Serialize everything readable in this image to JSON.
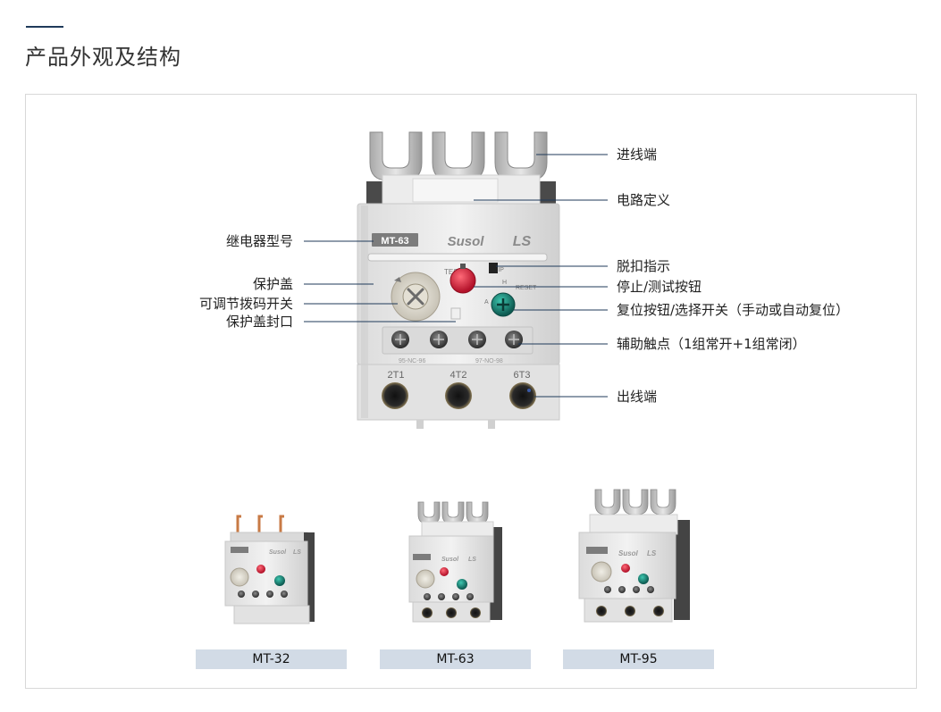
{
  "page": {
    "title": "产品外观及结构"
  },
  "callouts": {
    "right": [
      {
        "key": "input_terminal",
        "label": "进线端"
      },
      {
        "key": "circuit_def",
        "label": "电路定义"
      },
      {
        "key": "trip_indicator",
        "label": "脱扣指示"
      },
      {
        "key": "stop_test_button",
        "label": "停止/测试按钮"
      },
      {
        "key": "reset_button",
        "label": "复位按钮/选择开关（手动或自动复位）"
      },
      {
        "key": "aux_contact",
        "label": "辅助触点（1组常开+1组常闭）"
      },
      {
        "key": "output_terminal",
        "label": "出线端"
      }
    ],
    "left": [
      {
        "key": "relay_model",
        "label": "继电器型号"
      },
      {
        "key": "protect_cover",
        "label": "保护盖"
      },
      {
        "key": "dial_switch",
        "label": "可调节拨码开关"
      },
      {
        "key": "cover_seal",
        "label": "保护盖封口"
      }
    ]
  },
  "device": {
    "model_label": "MT-63",
    "brand_label": "Susol",
    "logo_label": "LS",
    "test_label": "TEST",
    "trip_label": "TRIP",
    "reset_label": "RESET",
    "h_label": "H",
    "a_label": "A",
    "contact_label_left": "95-NC-96",
    "contact_label_right": "97-NO-98",
    "terminal_labels": [
      "2T1",
      "4T2",
      "6T3"
    ]
  },
  "models": [
    {
      "name": "MT-32",
      "label": "MT-32",
      "accent": "#c87a45"
    },
    {
      "name": "MT-63",
      "label": "MT-63",
      "accent": "#c0c0c0"
    },
    {
      "name": "MT-95",
      "label": "MT-95",
      "accent": "#c0c0c0"
    }
  ],
  "colors": {
    "title_bar": "#1f3a5a",
    "callout_line": "#1f3a5a",
    "tag_bg": "#d2dbe6",
    "trip_red": "#d8263a",
    "reset_teal": "#1d8a7a"
  }
}
